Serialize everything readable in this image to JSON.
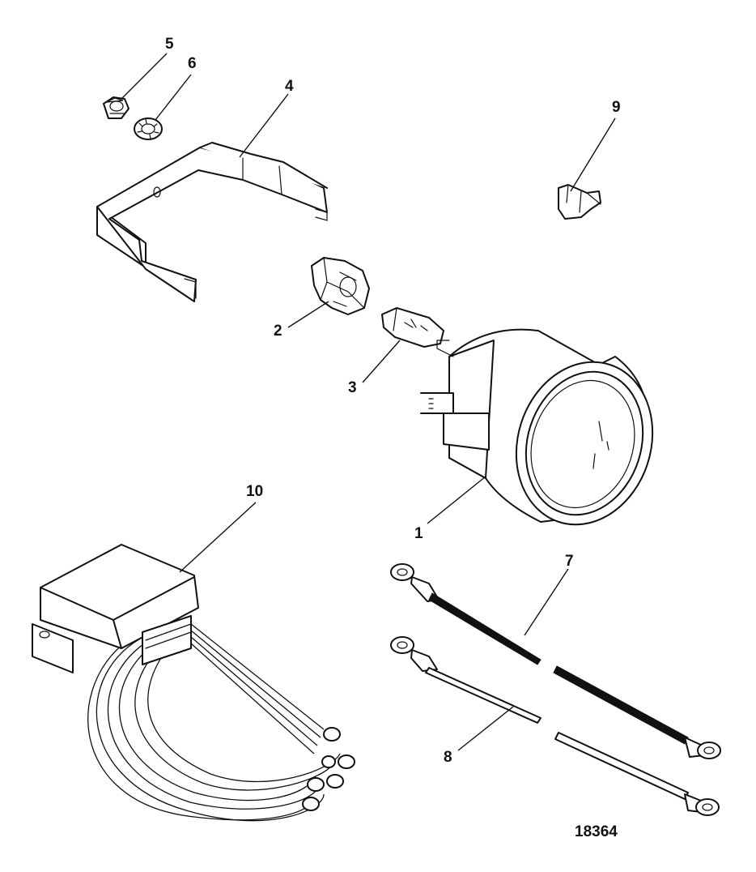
{
  "figure_number": "18364",
  "callouts": [
    "1",
    "2",
    "3",
    "4",
    "5",
    "6",
    "7",
    "8",
    "9",
    "10"
  ],
  "parts": [
    {
      "ref": "1",
      "name": "gauge-body"
    },
    {
      "ref": "2",
      "name": "bulb-socket"
    },
    {
      "ref": "3",
      "name": "bulb"
    },
    {
      "ref": "4",
      "name": "mounting-bracket"
    },
    {
      "ref": "5",
      "name": "nut"
    },
    {
      "ref": "6",
      "name": "lock-washer"
    },
    {
      "ref": "7",
      "name": "black-wire-lead"
    },
    {
      "ref": "8",
      "name": "white-wire-lead"
    },
    {
      "ref": "9",
      "name": "wire-connector"
    },
    {
      "ref": "10",
      "name": "sender-module-harness"
    }
  ]
}
